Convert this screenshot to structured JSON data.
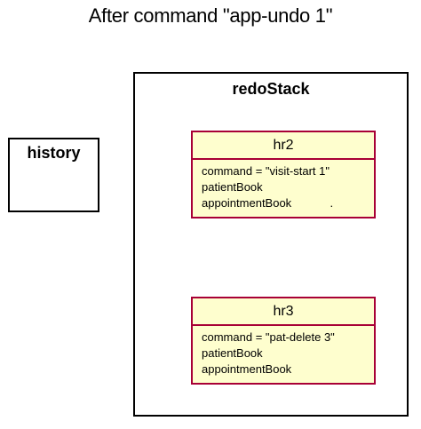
{
  "title": "After command \"app-undo 1\"",
  "packages": {
    "history": {
      "label": "history"
    },
    "redo_stack": {
      "label": "redoStack"
    }
  },
  "objects": [
    {
      "name": "hr2",
      "fields": [
        "command = \"visit-start 1\"",
        "patientBook",
        "appointmentBook            ."
      ]
    },
    {
      "name": "hr3",
      "fields": [
        "command = \"pat-delete 3\"",
        "patientBook",
        "appointmentBook"
      ]
    }
  ],
  "colors": {
    "object_fill": "#fefece",
    "object_border": "#a80036"
  }
}
